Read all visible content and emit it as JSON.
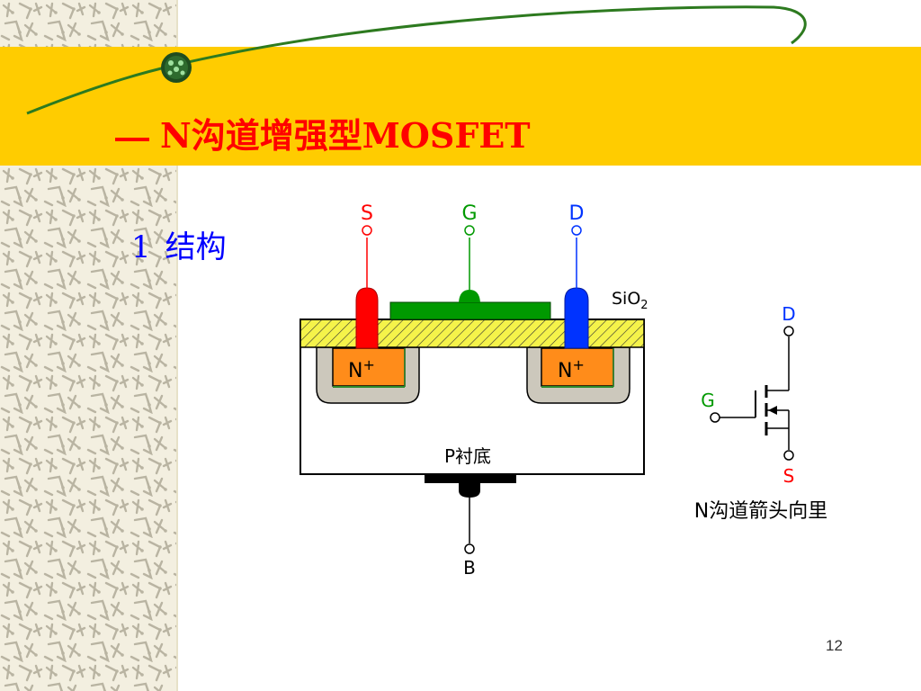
{
  "title": {
    "number": "一",
    "text": "N沟道增强型MOSFET"
  },
  "section": {
    "number": "1",
    "text": "结构"
  },
  "diagram": {
    "terminals": {
      "source": "S",
      "gate": "G",
      "drain": "D",
      "body": "B"
    },
    "oxide_label": "SiO",
    "oxide_subscript": "2",
    "n_region_label": "N",
    "n_region_superscript": "+",
    "substrate_label": "P衬底"
  },
  "symbol": {
    "gate": "G",
    "drain": "D",
    "source": "S",
    "caption": "N沟道箭头向里"
  },
  "page_number": "12",
  "colors": {
    "banner": "#ffcc00",
    "title": "#ff0000",
    "section": "#0000ff",
    "source_lead": "#ff0000",
    "gate_lead": "#008800",
    "drain_lead": "#0000ff",
    "oxide": "#f5f34a",
    "n_region": "#ff8c1a",
    "depletion": "#ccc8bc"
  }
}
